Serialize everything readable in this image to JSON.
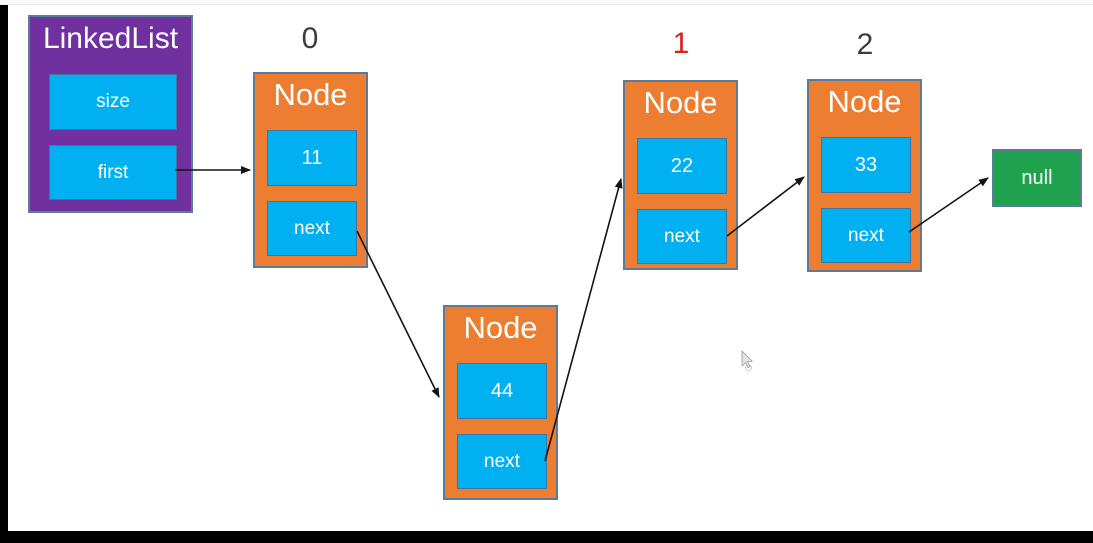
{
  "colors": {
    "purple": "#7030a0",
    "orange": "#ed7d31",
    "cyan": "#00b0f0",
    "green": "#1fa24d",
    "box-border": "#5b7b9d",
    "inner-border": "#3f74a3",
    "index-grey": "#3d3d3d",
    "index-red": "#d92020",
    "arrow": "#141414",
    "frame-black": "#000000"
  },
  "linked_list": {
    "title": "LinkedList",
    "size_label": "size",
    "first_label": "first"
  },
  "index_labels": [
    {
      "text": "0"
    },
    {
      "text": "1"
    },
    {
      "text": "2"
    }
  ],
  "nodes": [
    {
      "title": "Node",
      "value": "11",
      "next_label": "next"
    },
    {
      "title": "Node",
      "value": "44",
      "next_label": "next"
    },
    {
      "title": "Node",
      "value": "22",
      "next_label": "next"
    },
    {
      "title": "Node",
      "value": "33",
      "next_label": "next"
    }
  ],
  "terminator": {
    "label": "null"
  }
}
